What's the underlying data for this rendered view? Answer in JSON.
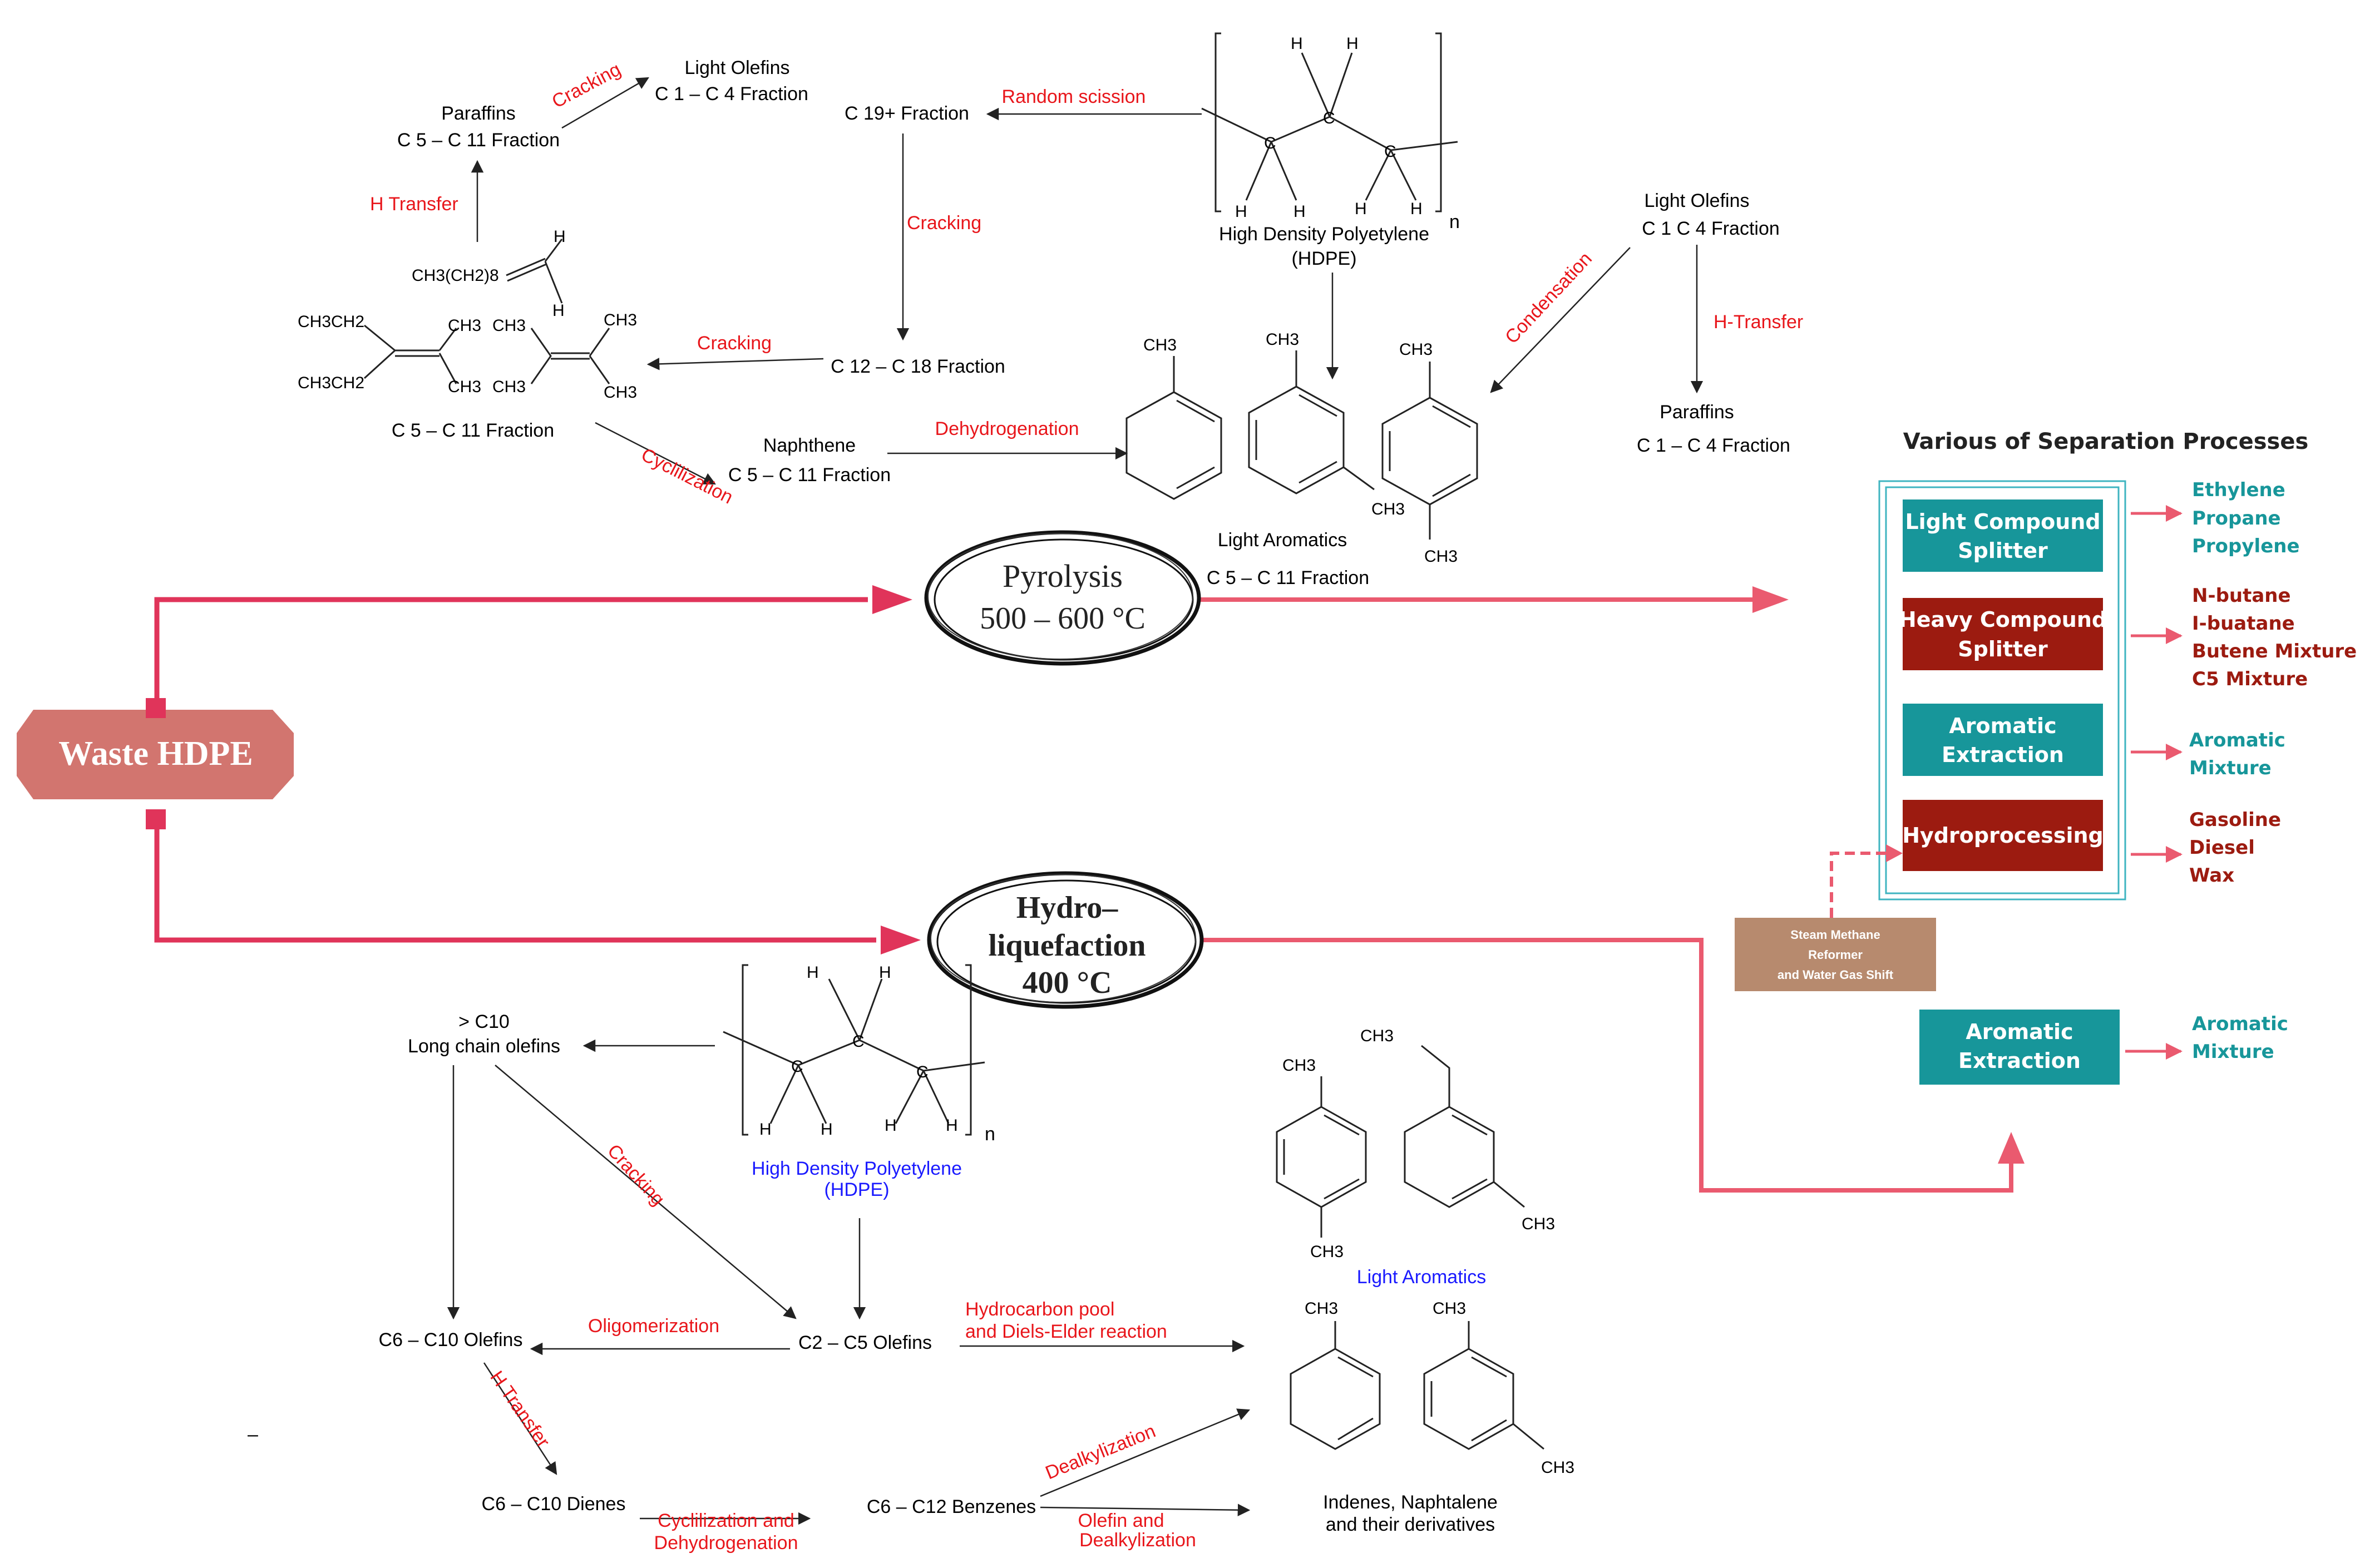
{
  "colors": {
    "accent_pink": "#e0345a",
    "flow_arrow": "#ea5a6f",
    "teal": "#17969a",
    "dark_red": "#9c1b10",
    "waste_box": "#d2756f",
    "reformer_box": "#b78a6e",
    "red_text": "#e8161b",
    "blue_text": "#1a1aff"
  },
  "feed": {
    "label": "Waste HDPE"
  },
  "pyrolysis": {
    "title": "Pyrolysis",
    "temperature": "500 – 600 °C",
    "polymer": {
      "name": "High Density Polyetylene",
      "abbr": "(HDPE)",
      "n": "n"
    },
    "species": {
      "c19": "C 19+ Fraction",
      "c12": "C 12 – C 18 Fraction",
      "paraffins_label": "Paraffins",
      "paraffins_range": "C 5 – C 11 Fraction",
      "light_olefins_label": "Light Olefins",
      "light_olefins_range": "C 1 – C 4 Fraction",
      "alkene": "CH3(CH2)8",
      "c5_fraction": "C 5 – C 11 Fraction",
      "naphthene_label": "Naphthene",
      "naphthene_range": "C 5 – C 11 Fraction",
      "light_aromatics_label": "Light Aromatics",
      "light_aromatics_range": "C 5 – C 11 Fraction",
      "light_olefins2_label": "Light Olefins",
      "light_olefins2_range": "C 1   C 4 Fraction",
      "paraffins2_label": "Paraffins",
      "paraffins2_range": "C 1 – C 4 Fraction"
    },
    "reactions": {
      "random_scission": "Random scission",
      "cracking1": "Cracking",
      "cracking2": "Cracking",
      "cracking3": "Cracking",
      "h_transfer": "H Transfer",
      "cyclization": "Cyclilization",
      "dehydrogenation": "Dehydrogenation",
      "condensation": "Condensation",
      "h_transfer2": "H-Transfer"
    }
  },
  "hydroliquefaction": {
    "title_line1": "Hydro–",
    "title_line2": "liquefaction",
    "temperature": "400 °C",
    "polymer": {
      "name": "High Density Polyetylene",
      "abbr": "(HDPE)",
      "n": "n"
    },
    "species": {
      "long_chain_prefix": "> C10",
      "long_chain": "Long chain olefins",
      "c6_olefins": "C6 – C10 Olefins",
      "c2_olefins": "C2 – C5 Olefins",
      "dienes": "C6 – C10 Dienes",
      "benzenes": "C6 – C12 Benzenes",
      "light_aromatics": "Light Aromatics",
      "indenes_line1": "Indenes, Naphtalene",
      "indenes_line2": "and their derivatives"
    },
    "reactions": {
      "cracking": "Cracking",
      "oligomerization": "Oligomerization",
      "h_transfer": "H Transfer",
      "hydrocarbon_pool_line1": "Hydrocarbon pool",
      "hydrocarbon_pool_line2": "and Diels-Elder reaction",
      "dealkylization": "Dealkylization",
      "cyclization_line1": "Cyclilization and",
      "cyclization_line2": "Dehydrogenation",
      "olefin_dealk_line1": "Olefin and",
      "olefin_dealk_line2": "Dealkylization"
    }
  },
  "separation": {
    "title": "Various of Separation Processes",
    "units": [
      {
        "line1": "Light Compound",
        "line2": "Splitter",
        "color": "#17969a",
        "products": [
          "Ethylene",
          "Propane",
          "Propylene"
        ]
      },
      {
        "line1": "Heavy Compound",
        "line2": "Splitter",
        "color": "#9c1b10",
        "products": [
          "N-butane",
          "I-buatane",
          "Butene Mixture",
          "C5 Mixture"
        ]
      },
      {
        "line1": "Aromatic",
        "line2": "Extraction",
        "color": "#17969a",
        "products": [
          "Aromatic",
          "Mixture"
        ]
      },
      {
        "line1": "Hydroprocessing",
        "line2": "",
        "color": "#9c1b10",
        "products": [
          "Gasoline",
          "Diesel",
          "Wax"
        ]
      }
    ],
    "reformer": {
      "line1": "Steam Methane",
      "line2": "Reformer",
      "line3": "and Water Gas Shift"
    },
    "bottom_unit": {
      "line1": "Aromatic",
      "line2": "Extraction",
      "products": [
        "Aromatic",
        "Mixture"
      ]
    }
  },
  "atoms": {
    "H": "H",
    "C": "C",
    "CH3": "CH3",
    "CH3CH2": "CH3CH2"
  },
  "misc": {
    "stray_dash": "–"
  }
}
